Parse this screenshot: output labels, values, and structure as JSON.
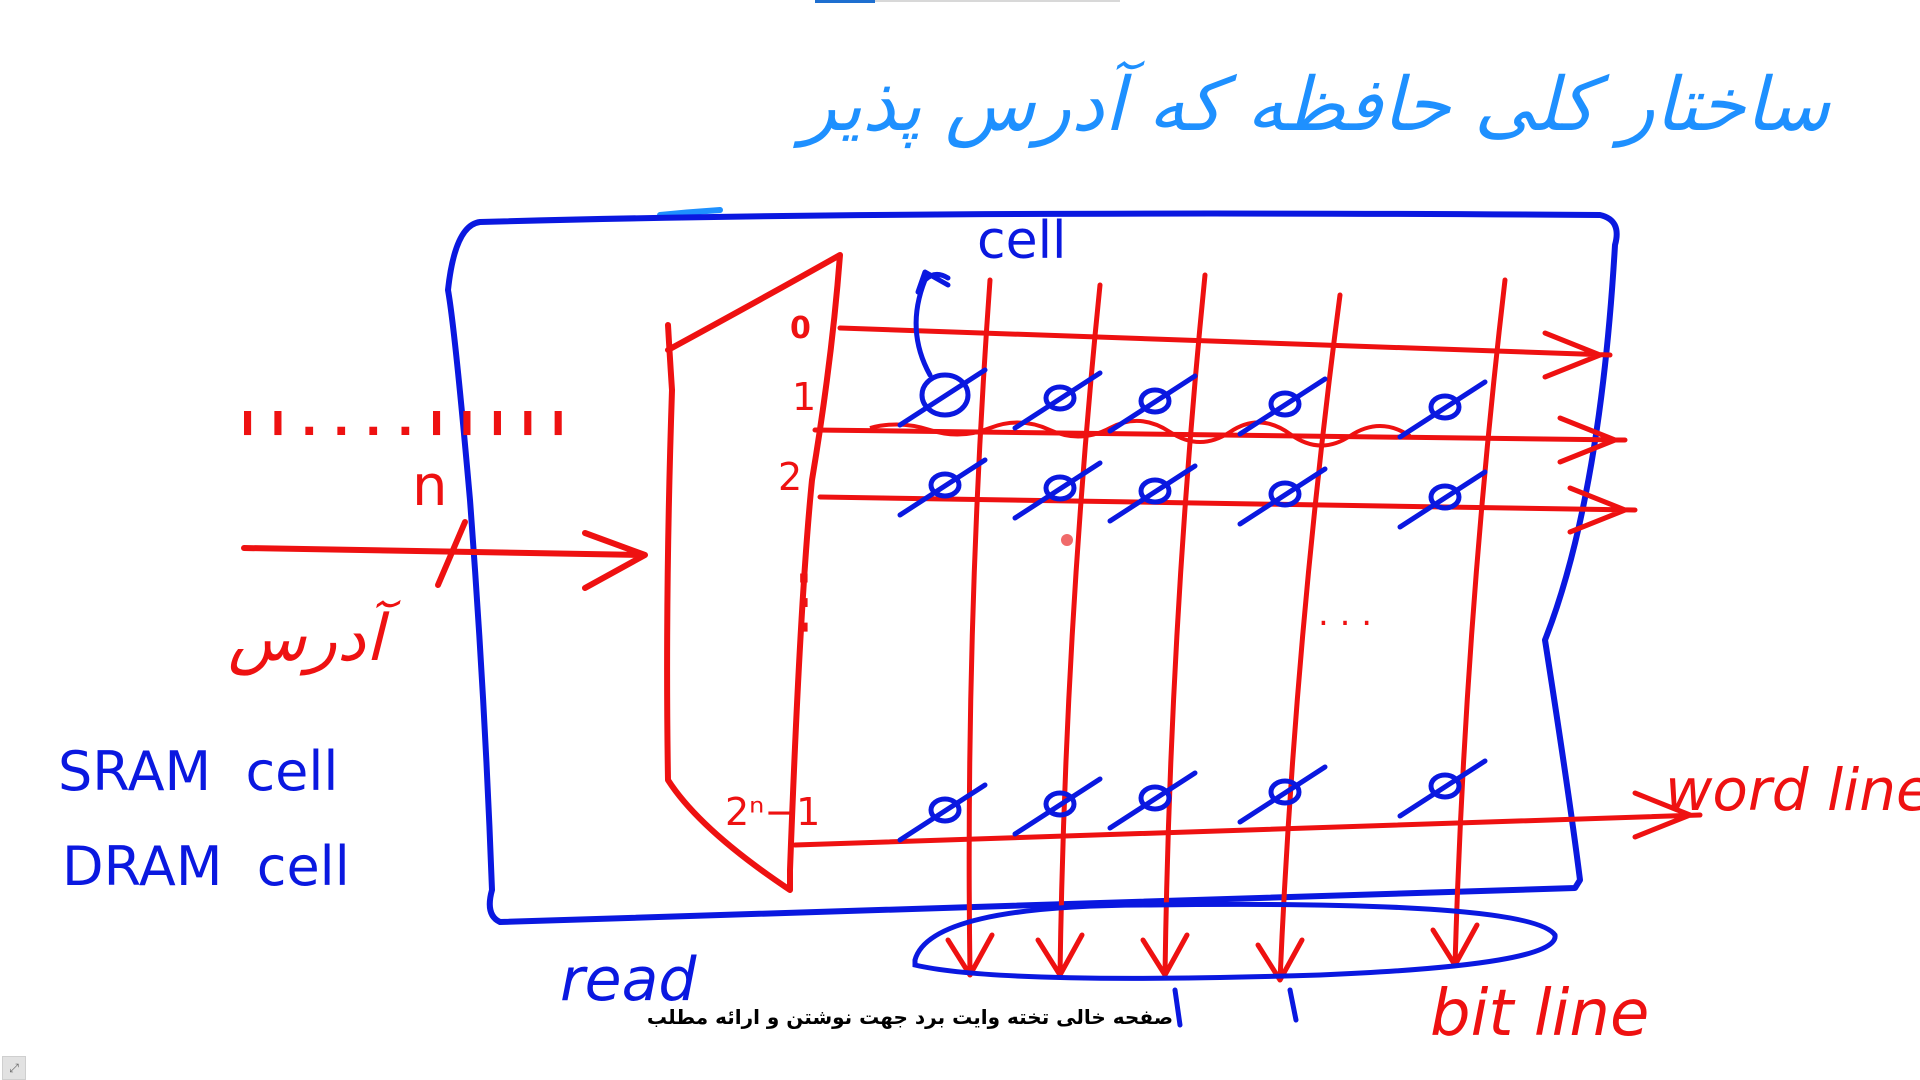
{
  "colors": {
    "ink_blue": "#0a18e0",
    "ink_light_blue": "#1e90ff",
    "ink_red": "#ee1111",
    "indicator": "#1e6fd0"
  },
  "title_handwritten": "ساختار کلی حافظه که آدرس پذیر",
  "labels": {
    "cell_top": "cell",
    "ones_row": "ו ו ו ו ו . . . . ו ו",
    "n_bus": "n",
    "address_fa": "آدرس",
    "decoder_row_0": "0",
    "decoder_row_1": "1",
    "decoder_row_2": "2",
    "decoder_dots": "⋮",
    "decoder_last": "2ⁿ−1",
    "mid_dots": ". . .",
    "word_line": "word line",
    "bit_line": "bit line",
    "read": "read",
    "sram": "SRAM  cell",
    "dram": "DRAM  cell"
  },
  "caption": "صفحه خالی تخته وایت برد جهت نوشتن و ارائه مطلب",
  "corner_icon": "collapse-arrows-icon"
}
